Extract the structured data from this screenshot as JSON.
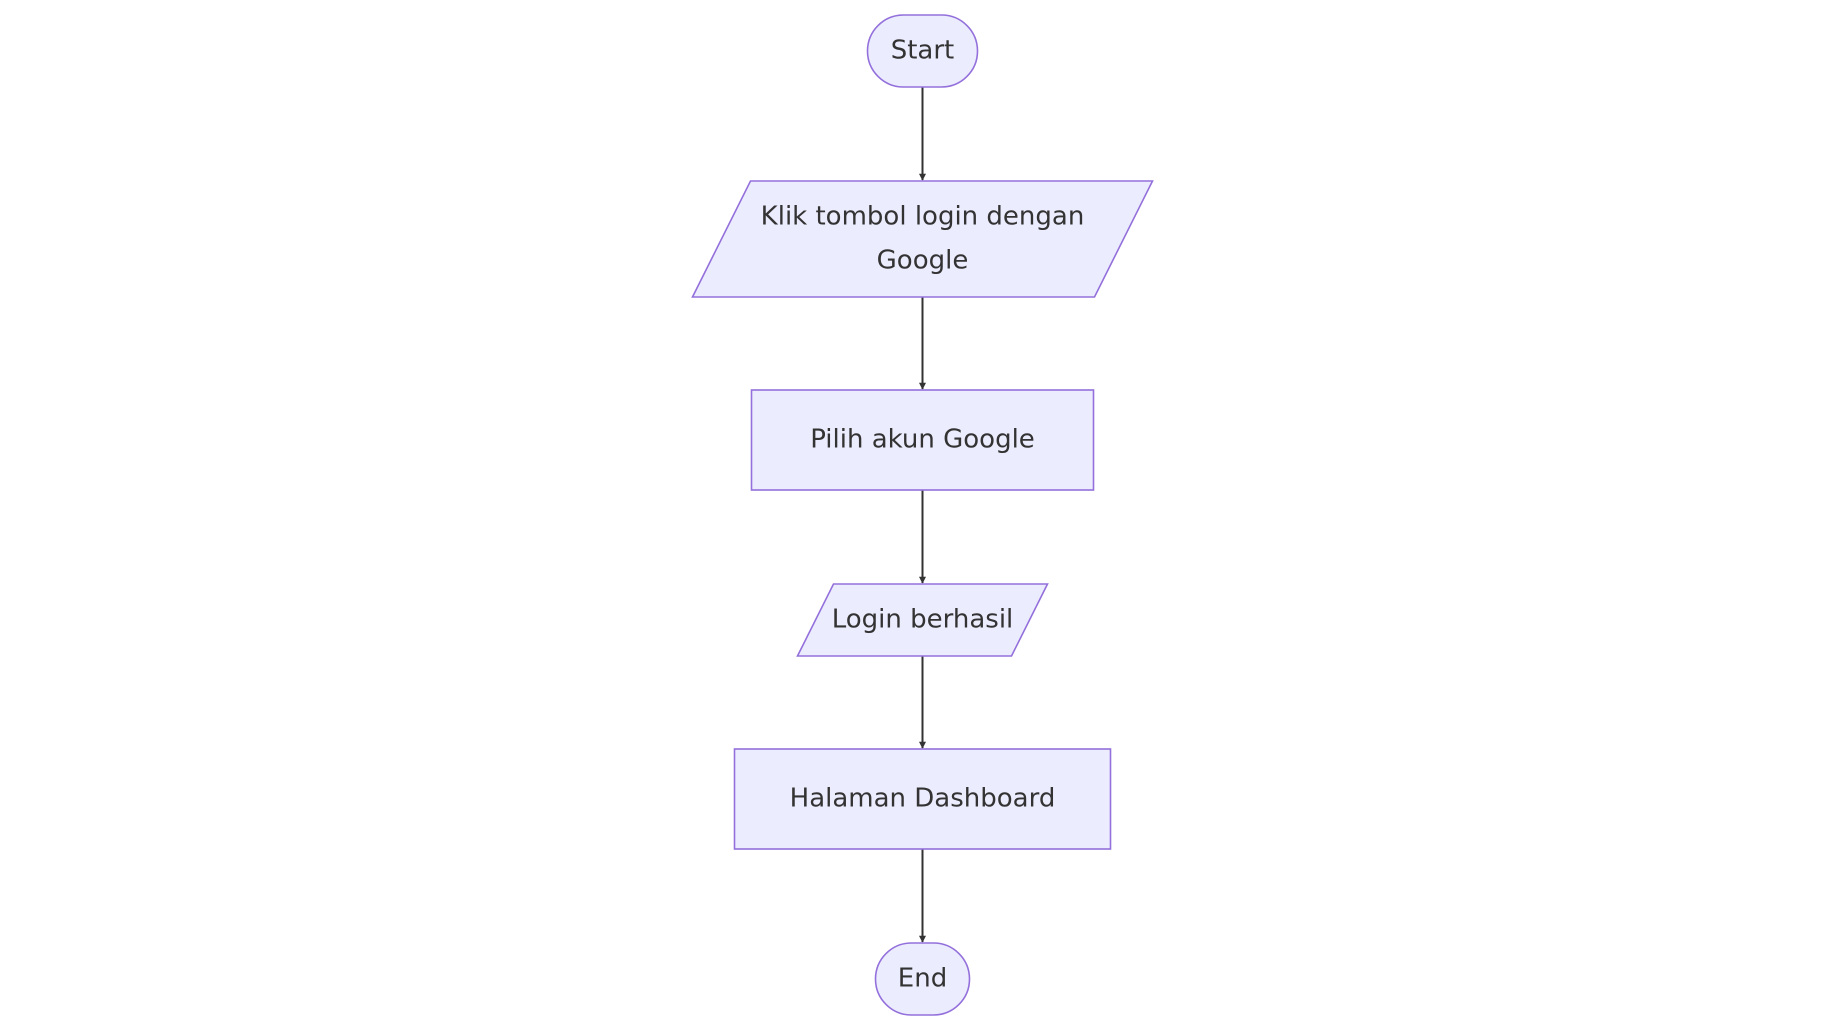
{
  "colors": {
    "background": "#ffffff",
    "node_fill": "#ececff",
    "node_stroke": "#9370db",
    "edge": "#333333",
    "text": "#333333"
  },
  "flowchart": {
    "nodes": [
      {
        "id": "start",
        "shape": "terminal",
        "lines": [
          "Start"
        ]
      },
      {
        "id": "click-login",
        "shape": "parallelogram",
        "lines": [
          "Klik tombol login dengan",
          "Google"
        ]
      },
      {
        "id": "choose-account",
        "shape": "rectangle",
        "lines": [
          "Pilih akun Google"
        ]
      },
      {
        "id": "login-success",
        "shape": "parallelogram",
        "lines": [
          "Login berhasil"
        ]
      },
      {
        "id": "dashboard",
        "shape": "rectangle",
        "lines": [
          "Halaman Dashboard"
        ]
      },
      {
        "id": "end",
        "shape": "terminal",
        "lines": [
          "End"
        ]
      }
    ],
    "edges": [
      {
        "from": "start",
        "to": "click-login"
      },
      {
        "from": "click-login",
        "to": "choose-account"
      },
      {
        "from": "choose-account",
        "to": "login-success"
      },
      {
        "from": "login-success",
        "to": "dashboard"
      },
      {
        "from": "dashboard",
        "to": "end"
      }
    ]
  }
}
